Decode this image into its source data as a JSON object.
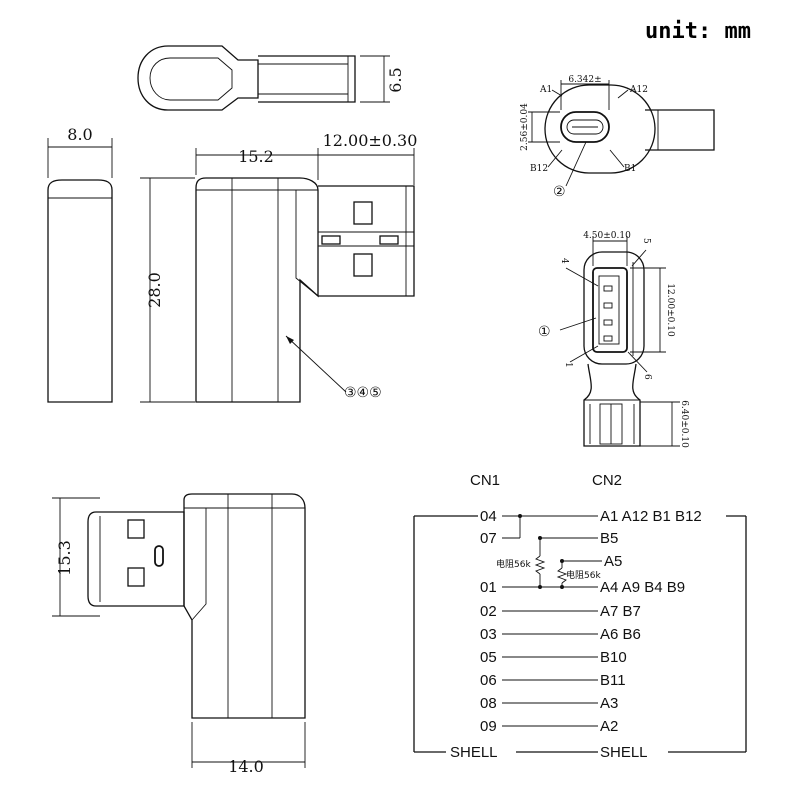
{
  "unit_label": "unit: mm",
  "dims": {
    "d_6_5": "6.5",
    "d_8_0": "8.0",
    "d_15_2": "15.2",
    "d_12_00": "12.00±0.30",
    "d_28_0": "28.0",
    "d_15_3": "15.3",
    "d_14_0": "14.0",
    "d_6_342": "6.342±",
    "d_2_56": "2.56±0.04",
    "d_4_50": "4.50±0.10",
    "d_12_00b": "12.00±0.10",
    "d_6_40": "6.40±0.10"
  },
  "callouts": {
    "c345": "③④⑤",
    "c2": "②",
    "c1": "①"
  },
  "pins": {
    "a1": "A1",
    "a12": "A12",
    "b12": "B12",
    "b1": "B1",
    "n4": "4",
    "n5": "5",
    "n1": "1",
    "n6": "6"
  },
  "wiring": {
    "cn1": "CN1",
    "cn2": "CN2",
    "rows": [
      {
        "left": "04",
        "right": "A1 A12 B1 B12"
      },
      {
        "left": "07",
        "right": "B5"
      },
      {
        "left": "",
        "right": "A5"
      },
      {
        "left": "01",
        "right": "A4 A9 B4 B9"
      },
      {
        "left": "02",
        "right": "A7  B7"
      },
      {
        "left": "03",
        "right": "A6  B6"
      },
      {
        "left": "05",
        "right": "B10"
      },
      {
        "left": "06",
        "right": "B11"
      },
      {
        "left": "08",
        "right": "A3"
      },
      {
        "left": "09",
        "right": "A2"
      }
    ],
    "shell_left": "SHELL",
    "shell_right": "SHELL",
    "res1": "电阻56k",
    "res2": "电阻56k"
  }
}
